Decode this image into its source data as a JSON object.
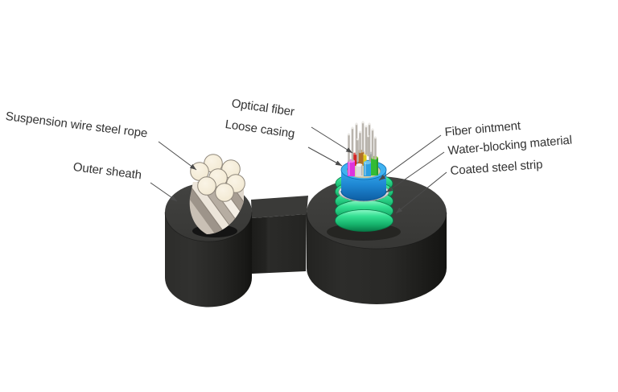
{
  "diagram": {
    "labels": {
      "suspension_wire": "Suspension wire steel rope",
      "outer_sheath": "Outer sheath",
      "optical_fiber": "Optical fiber",
      "loose_casing": "Loose casing",
      "fiber_ointment": "Fiber ointment",
      "water_blocking": "Water-blocking material",
      "coated_steel_strip": "Coated steel strip"
    },
    "colors": {
      "background": "#ffffff",
      "outer_sheath_black": "#2a2a28",
      "sheath_top_gray": "#3d3d3b",
      "coated_steel_strip_green": "#2bdd8d",
      "inner_sheath_blue": "#2aa1e8",
      "water_blocking_silver": "#e8e8e8",
      "fiber_ointment_beige": "#d7cfab",
      "steel_wire_cream": "#f5edda",
      "loose_tube_colors": [
        "#dd33dd",
        "#dcdcdc",
        "#2d9fe0",
        "#33bb35",
        "#b06f28",
        "#d42424",
        "#ddca1a"
      ],
      "optical_fiber_gray": "#b9b4ad",
      "label_text": "#323232",
      "leader_line": "#4a4a4a"
    }
  }
}
